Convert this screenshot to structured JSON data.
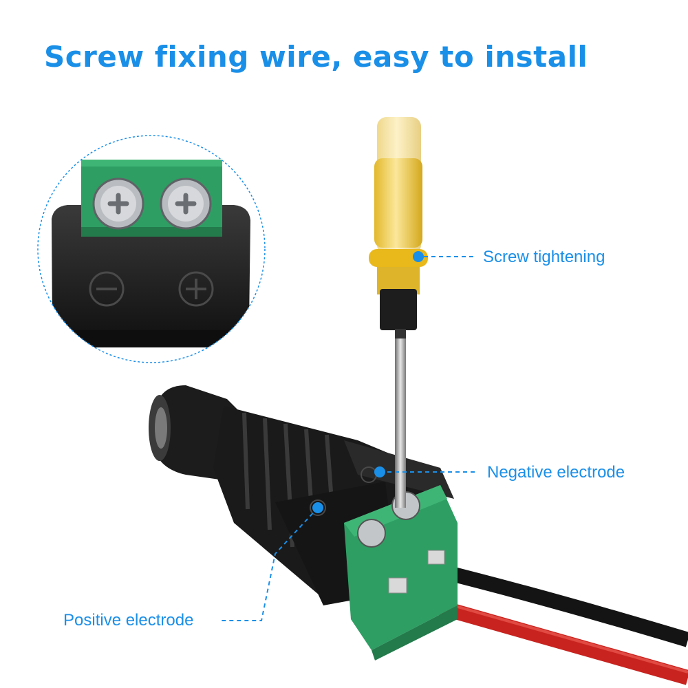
{
  "title": "Screw fixing wire, easy to install",
  "callouts": {
    "screw_tightening": "Screw tightening",
    "negative_electrode": "Negative electrode",
    "positive_electrode": "Positive electrode"
  },
  "colors": {
    "accent": "#1a8fe8",
    "terminal_green": "#2e9e63",
    "housing_black": "#1b1b1b",
    "handle_yellow": "#f2d24a"
  }
}
